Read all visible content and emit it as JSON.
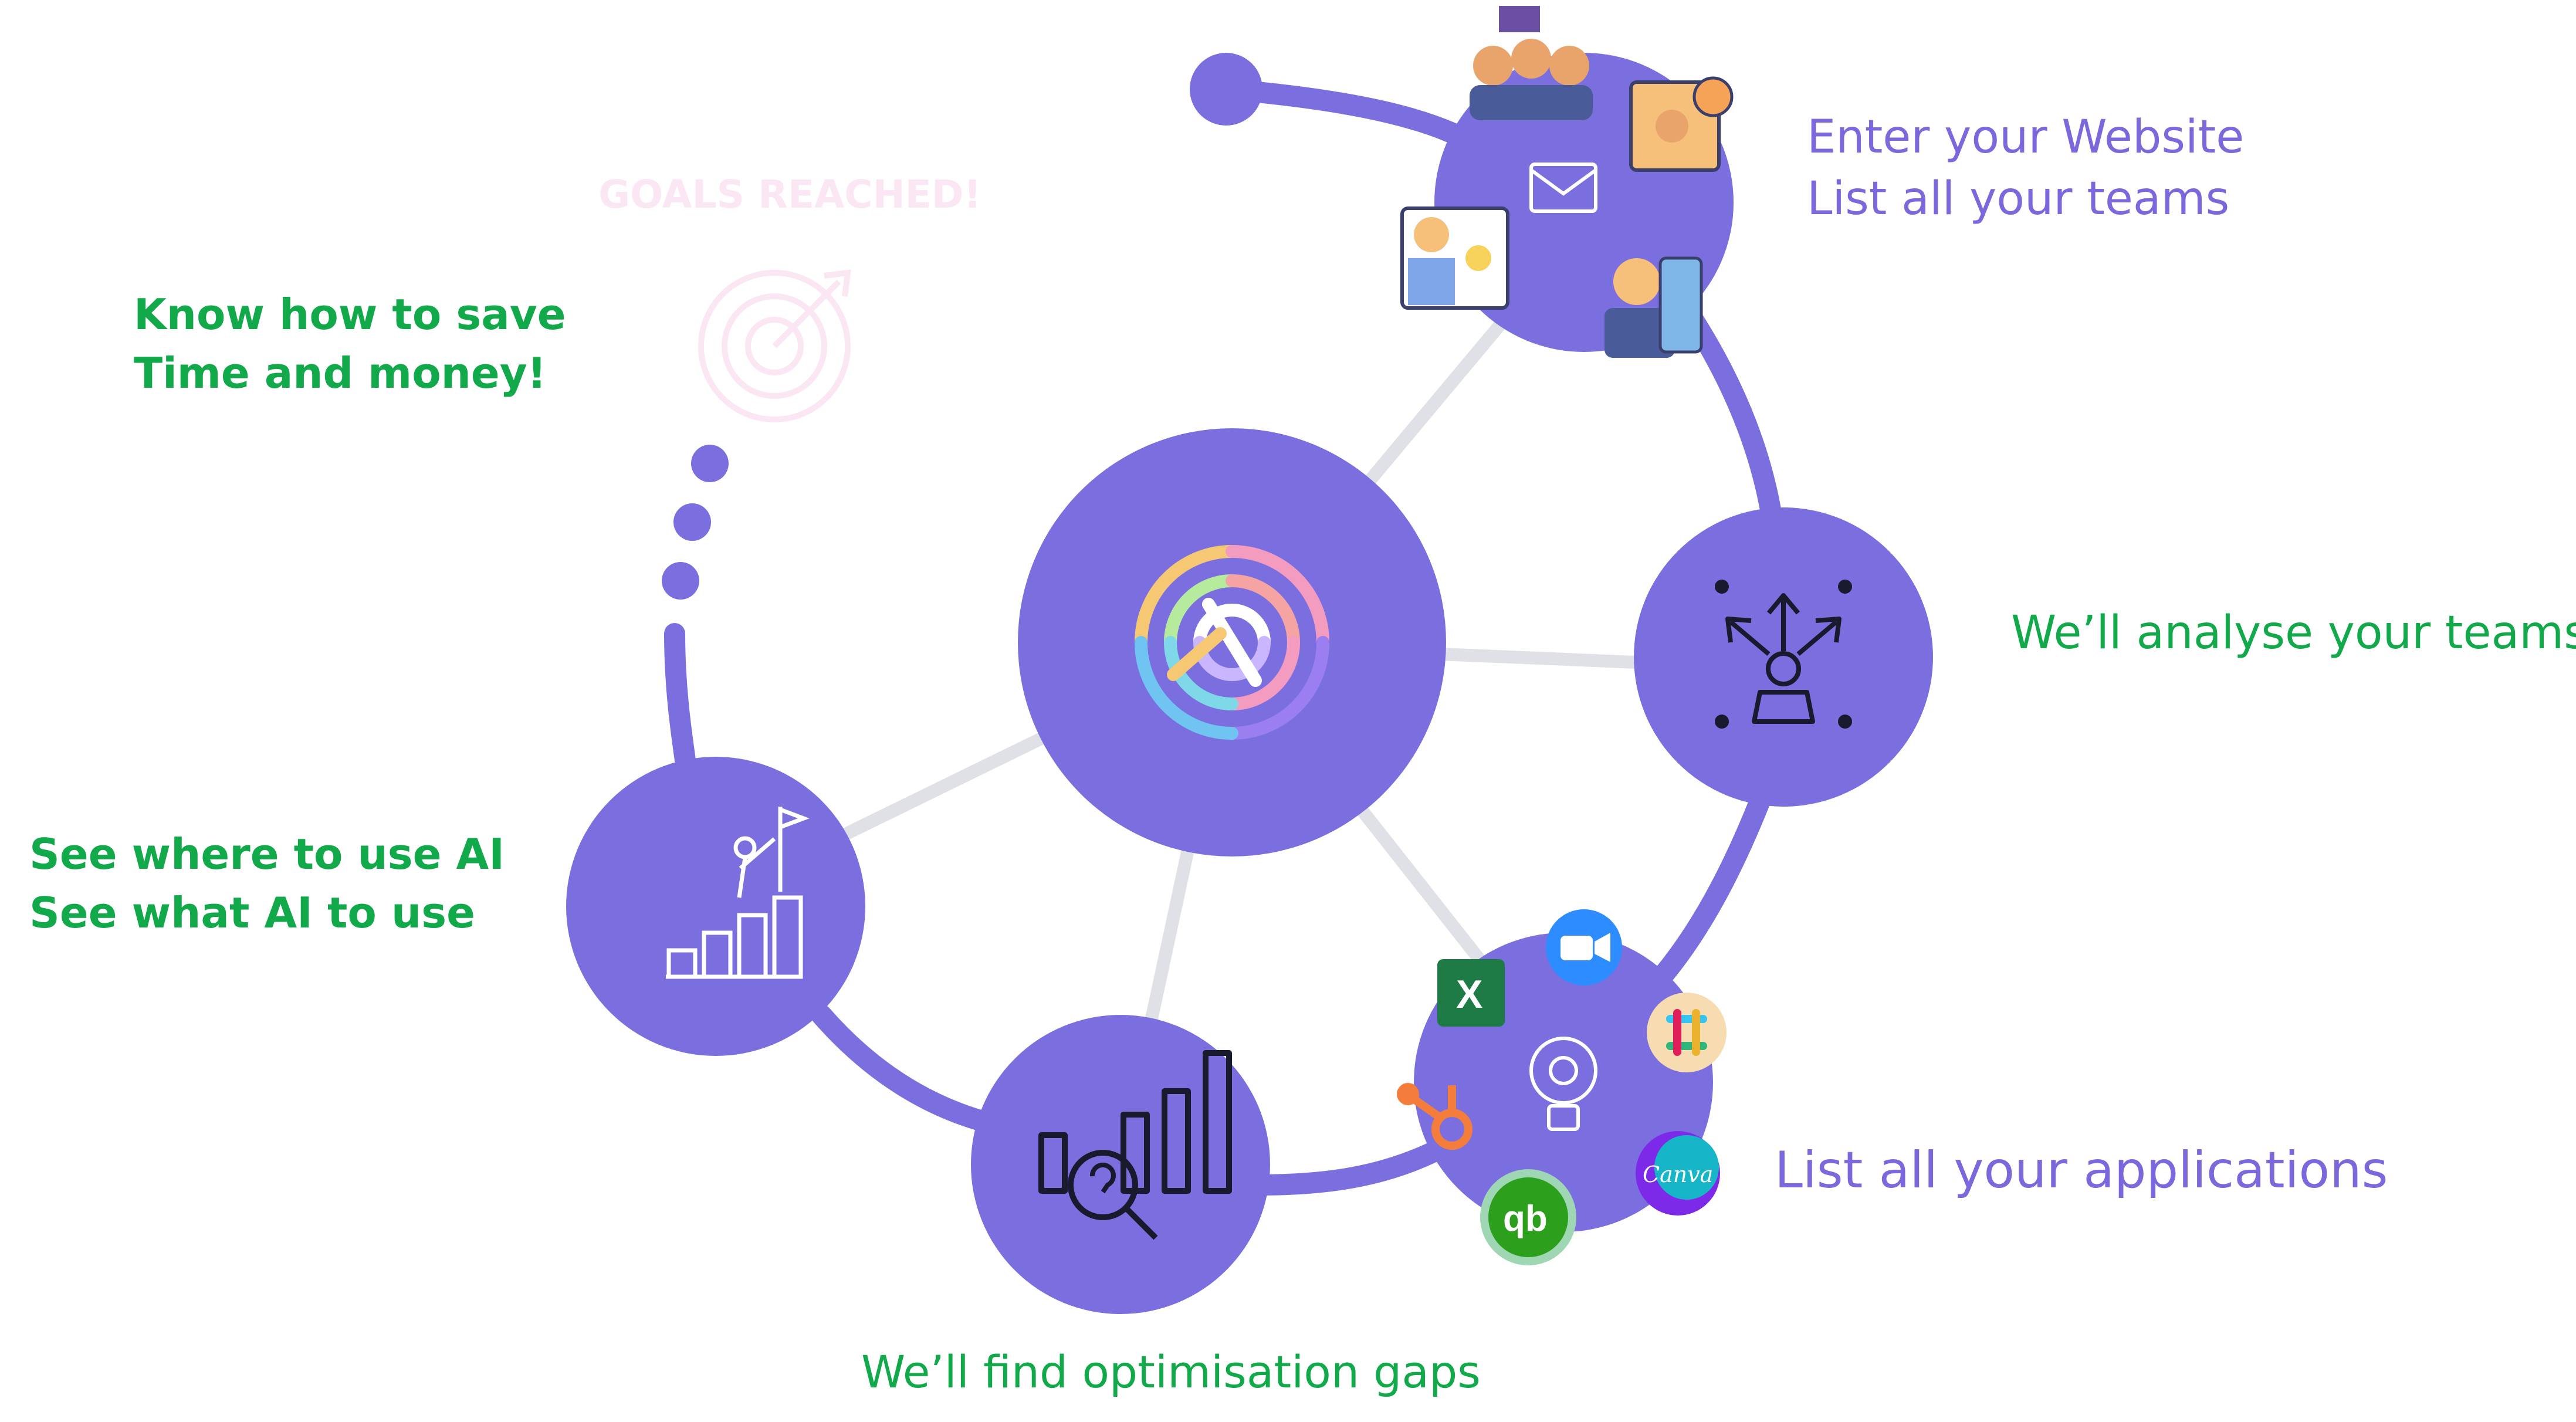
{
  "colors": {
    "node": "#7b6fe0",
    "connector": "#dfe1e6",
    "purple_text": "#7b68dc",
    "green_text": "#11a94a",
    "faint_text": "#fbe6f3"
  },
  "labels": {
    "website_line1": "Enter your Website",
    "website_line2": "List all your teams",
    "analyse": "We’ll analyse your teams",
    "applications": "List all your applications",
    "gaps": "We’ll find optimisation gaps",
    "ai_line1": "See where to use AI",
    "ai_line2": "See what AI to use",
    "save_line1": "Know how to save",
    "save_line2": "Time and money!",
    "goals": "GOALS REACHED!"
  },
  "app_icons": {
    "excel": "X",
    "canva": "Canva",
    "quickbooks": "qb"
  },
  "icons": [
    "brand-fingerprint-icon",
    "team-icon",
    "analysis-arrows-icon",
    "lightbulb-gear-icon",
    "zoom-icon",
    "slack-icon",
    "excel-icon",
    "hubspot-icon",
    "quickbooks-icon",
    "canva-icon",
    "chart-question-icon",
    "climb-flag-icon",
    "target-icon"
  ]
}
